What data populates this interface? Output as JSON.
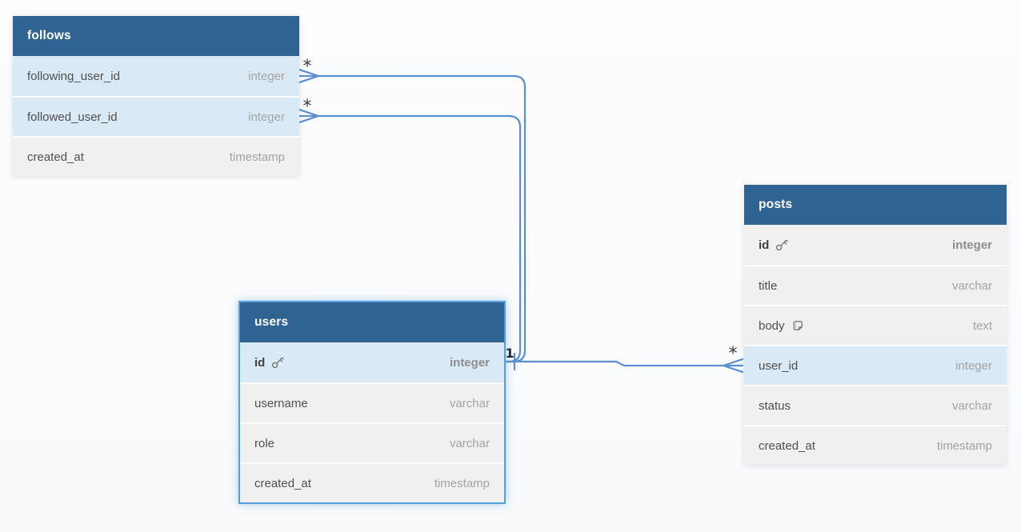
{
  "canvas": {
    "header_color": "#2f6492",
    "relationship_line_color": "#5b8fcd",
    "highlight_row_color": "#d9eaf6",
    "row_color": "#f0f0f1",
    "selected_table_border_color": "#55a0dc"
  },
  "tables": [
    {
      "name": "follows",
      "selected": false,
      "fields": [
        {
          "name": "following_user_id",
          "type": "integer",
          "highlighted": true
        },
        {
          "name": "followed_user_id",
          "type": "integer",
          "highlighted": true
        },
        {
          "name": "created_at",
          "type": "timestamp",
          "highlighted": false
        }
      ]
    },
    {
      "name": "users",
      "selected": true,
      "fields": [
        {
          "name": "id",
          "type": "integer",
          "primary_key": true,
          "icon": "key-icon",
          "highlighted": true
        },
        {
          "name": "username",
          "type": "varchar",
          "highlighted": false
        },
        {
          "name": "role",
          "type": "varchar",
          "highlighted": false
        },
        {
          "name": "created_at",
          "type": "timestamp",
          "highlighted": false
        }
      ]
    },
    {
      "name": "posts",
      "selected": false,
      "fields": [
        {
          "name": "id",
          "type": "integer",
          "primary_key": true,
          "icon": "key-icon",
          "highlighted": false
        },
        {
          "name": "title",
          "type": "varchar",
          "highlighted": false
        },
        {
          "name": "body",
          "type": "text",
          "icon": "note-icon",
          "highlighted": false
        },
        {
          "name": "user_id",
          "type": "integer",
          "highlighted": true
        },
        {
          "name": "status",
          "type": "varchar",
          "highlighted": false
        },
        {
          "name": "created_at",
          "type": "timestamp",
          "highlighted": false
        }
      ]
    }
  ],
  "relationships": [
    {
      "from": "follows.following_user_id",
      "to": "users.id",
      "from_cardinality": "*",
      "to_cardinality": "1"
    },
    {
      "from": "follows.followed_user_id",
      "to": "users.id",
      "from_cardinality": "*",
      "to_cardinality": "1"
    },
    {
      "from": "users.id",
      "to": "posts.user_id",
      "from_cardinality": "1",
      "to_cardinality": "*"
    }
  ]
}
